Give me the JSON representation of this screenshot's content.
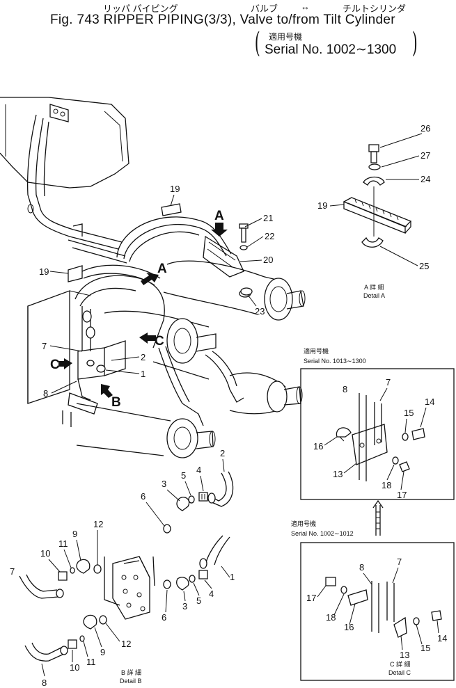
{
  "header": {
    "jp_ripper_piping": "リッパ パイピング",
    "jp_valve": "バルブ",
    "jp_arrow": "↔",
    "jp_tilt_cylinder": "チルトシリンダ",
    "title": "Fig. 743 RIPPER PIPING(3/3),  Valve to/from Tilt Cylinder",
    "jp_applicable": "適用号機",
    "serial": "Serial  No.  1002∼1300"
  },
  "views": {
    "A": "A",
    "B": "B",
    "C": "C",
    "detail_a_jp": "A 詳 細",
    "detail_a": "Detail A",
    "detail_b_jp": "B 詳 細",
    "detail_b": "Detail B",
    "detail_c_jp": "C 詳 細",
    "detail_c": "Detail C",
    "box1_jp": "適用号機",
    "box1_serial": "Serial No. 1013∼1300",
    "box2_jp": "適用号機",
    "box2_serial": "Serial No. 1002∼1012"
  },
  "callouts": {
    "main": [
      "19",
      "19",
      "21",
      "22",
      "20",
      "23",
      "7",
      "2",
      "1",
      "8"
    ],
    "detail_a": [
      "26",
      "27",
      "24",
      "19",
      "25"
    ],
    "detail_b": [
      "2",
      "3",
      "5",
      "4",
      "6",
      "12",
      "10",
      "11",
      "9",
      "7",
      "1",
      "4",
      "5",
      "3",
      "6",
      "12",
      "9",
      "11",
      "10",
      "8"
    ],
    "box1": [
      "8",
      "7",
      "14",
      "15",
      "16",
      "13",
      "18",
      "17"
    ],
    "box2": [
      "8",
      "7",
      "17",
      "18",
      "16",
      "15",
      "14",
      "13"
    ]
  },
  "icons": [
    "arrow-view-a-icon",
    "arrow-view-b-icon",
    "arrow-view-c-icon",
    "arrow-up-down-icon"
  ]
}
